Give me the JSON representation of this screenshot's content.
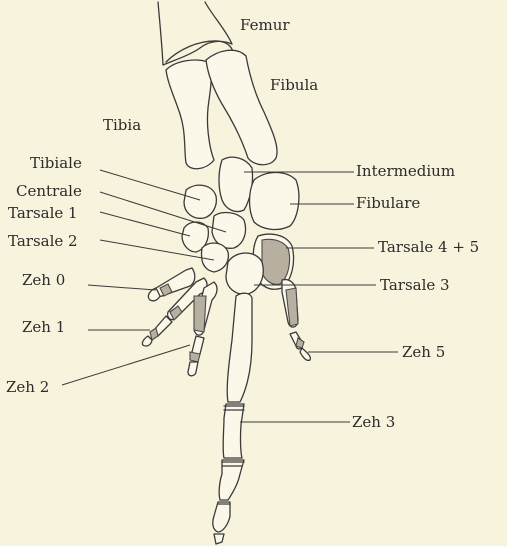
{
  "labels": {
    "femur": "Femur",
    "fibula": "Fibula",
    "tibia": "Tibia",
    "tibiale": "Tibiale",
    "centrale": "Centrale",
    "tarsale1": "Tarsale 1",
    "tarsale2": "Tarsale 2",
    "zeh0": "Zeh 0",
    "zeh1": "Zeh 1",
    "zeh2": "Zeh 2",
    "intermedium": "Intermedium",
    "fibulare": "Fibulare",
    "tarsale45": "Tarsale 4 + 5",
    "tarsale3": "Tarsale 3",
    "zeh5": "Zeh 5",
    "zeh3": "Zeh 3"
  },
  "colors": {
    "background": "#f8f3dc",
    "line": "#3a3a3a",
    "cartilage": "#b7b0a0"
  }
}
